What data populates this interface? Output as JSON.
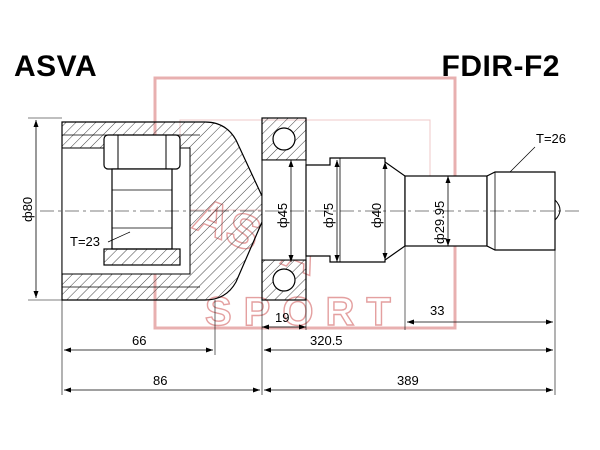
{
  "header": {
    "brand": "ASVA",
    "part_number": "FDIR-F2"
  },
  "watermark": {
    "top_text": "ASVA",
    "bottom_text": "SPORT",
    "color": "#e4a0a0"
  },
  "dimensions": {
    "phi80": "ф80",
    "phi45": "ф45",
    "phi75": "ф75",
    "phi40": "ф40",
    "phi29_95": "ф29.95",
    "t23": "T=23",
    "t26": "T=26",
    "d66": "66",
    "d86": "86",
    "d19": "19",
    "d320_5": "320.5",
    "d389": "389",
    "d33": "33"
  }
}
